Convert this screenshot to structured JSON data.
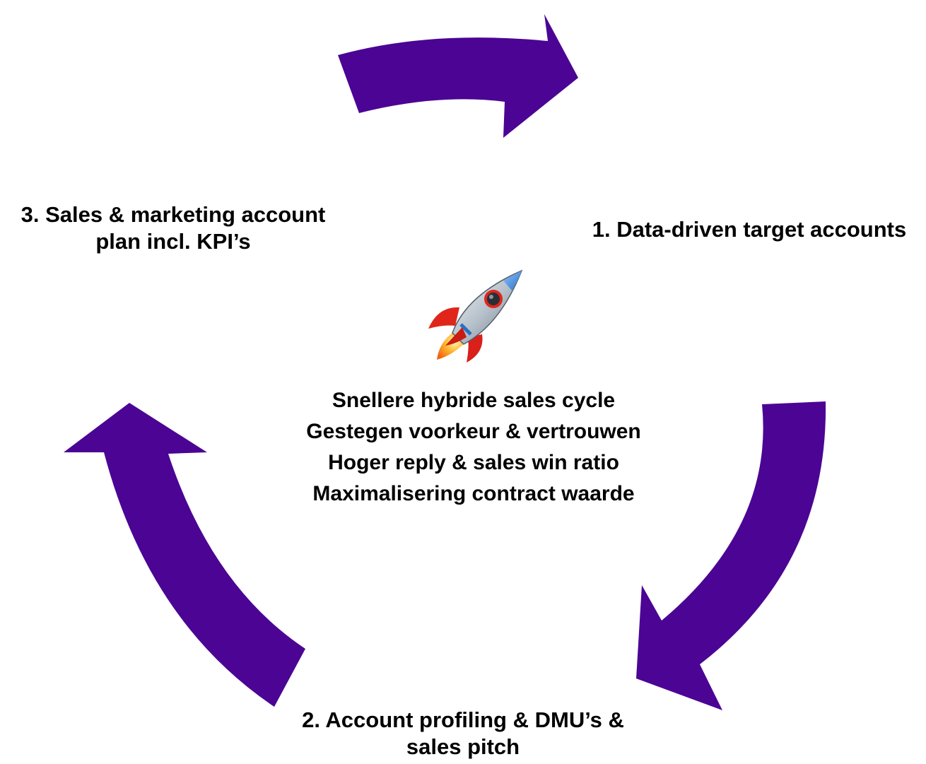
{
  "colors": {
    "arrow": "#4B0494",
    "text": "#000000",
    "background": "#FFFFFF"
  },
  "steps": [
    {
      "lines": [
        "1. Data-driven target accounts"
      ]
    },
    {
      "lines": [
        "2. Account profiling & DMU’s &",
        "sales pitch"
      ]
    },
    {
      "lines": [
        "3. Sales & marketing account",
        "plan incl. KPI’s"
      ]
    }
  ],
  "center": {
    "icon": "rocket-icon",
    "benefits": [
      "Snellere hybride sales cycle",
      "Gestegen voorkeur & vertrouwen",
      "Hoger reply & sales win ratio",
      "Maximalisering contract waarde"
    ]
  }
}
